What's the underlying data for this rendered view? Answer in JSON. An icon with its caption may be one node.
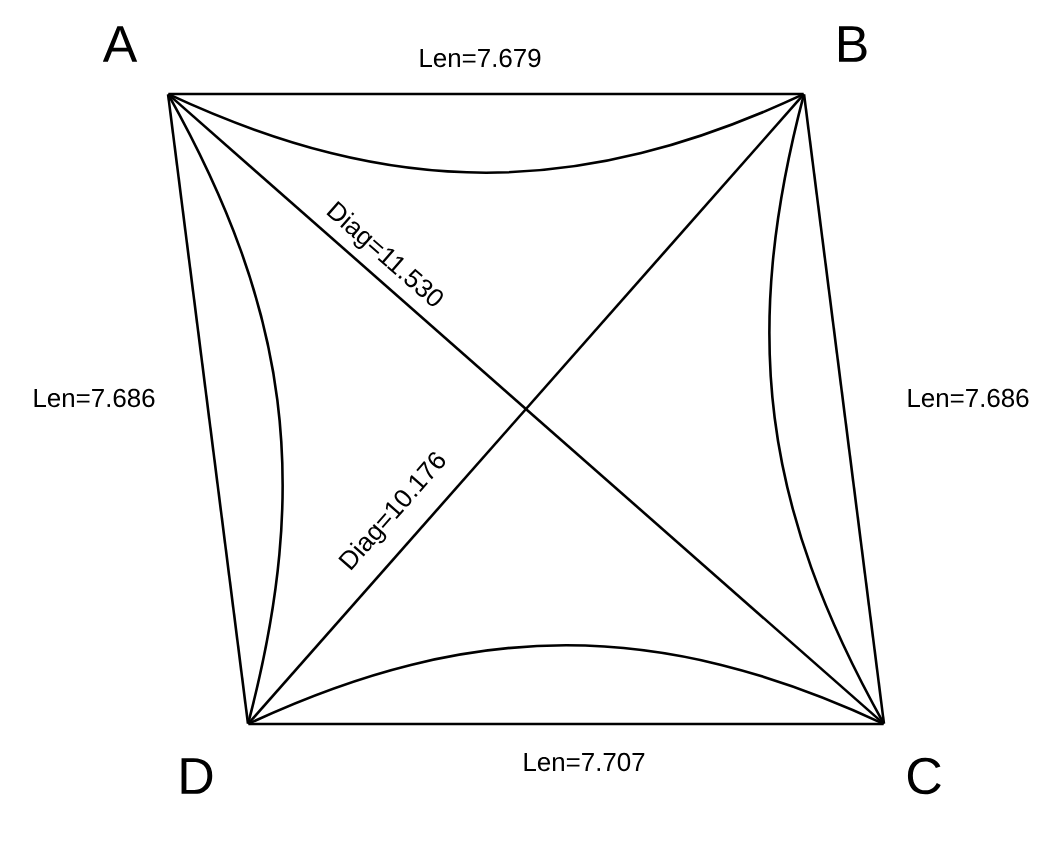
{
  "diagram": {
    "nodes": [
      {
        "text": [
          "A"
        ]
      },
      {
        "text": [
          "B"
        ]
      },
      {
        "text": [
          "C"
        ]
      },
      {
        "text": [
          "D"
        ]
      }
    ],
    "edges": [
      {
        "from": 0,
        "to": 1,
        "arrow": "none",
        "label": "Len=7.679"
      },
      {
        "from": 0,
        "to": 3,
        "arrow": "none",
        "label": "Len=7.686"
      },
      {
        "from": 1,
        "to": 2,
        "arrow": "none",
        "label": "Len=7.686"
      },
      {
        "from": 3,
        "to": 2,
        "arrow": "none",
        "label": "Len=7.707"
      },
      {
        "from": 0,
        "to": 2,
        "arrow": "none",
        "label": "Diag=11.530"
      },
      {
        "from": 3,
        "to": 1,
        "arrow": "none",
        "label": "Diag=10.176"
      },
      {
        "from": 0,
        "to": 1,
        "arrow": "none"
      },
      {
        "from": 0,
        "to": 3,
        "arrow": "none"
      },
      {
        "from": 1,
        "to": 2,
        "arrow": "none"
      },
      {
        "from": 3,
        "to": 2,
        "arrow": "none"
      }
    ]
  }
}
